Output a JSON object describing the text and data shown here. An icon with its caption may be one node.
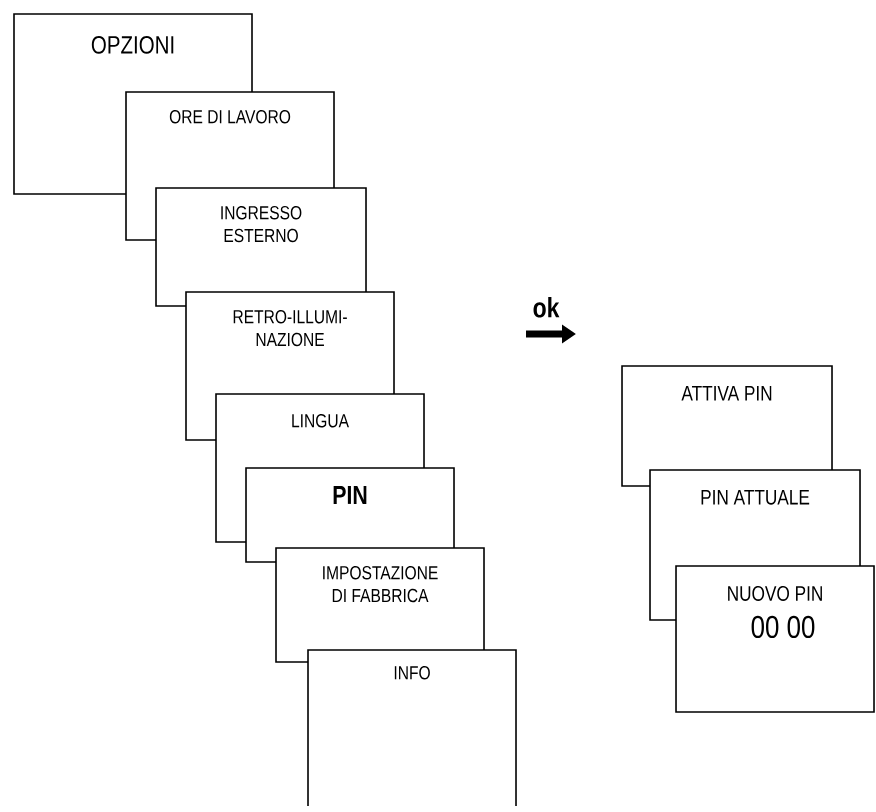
{
  "diagram": {
    "nodes": [
      {
        "text": [
          "OPZIONI"
        ]
      },
      {
        "text": [
          "ORE DI LAVORO"
        ]
      },
      {
        "text": [
          "INGRESSO ESTERNO"
        ]
      },
      {
        "text": [
          "RETRO-ILLUMI- NAZIONE"
        ]
      },
      {
        "text": [
          "LINGUA"
        ]
      },
      {
        "text": [
          "PIN"
        ]
      },
      {
        "text": [
          "IMPOSTAZIONE DI FABBRICA"
        ]
      },
      {
        "text": [
          "INFO"
        ]
      },
      {
        "text": [
          "ATTIVA PIN"
        ]
      },
      {
        "text": [
          "PIN ATTUALE"
        ]
      },
      {
        "text": [
          "NUOVO PIN",
          "00 00"
        ]
      }
    ],
    "labels": [
      "ok"
    ]
  }
}
